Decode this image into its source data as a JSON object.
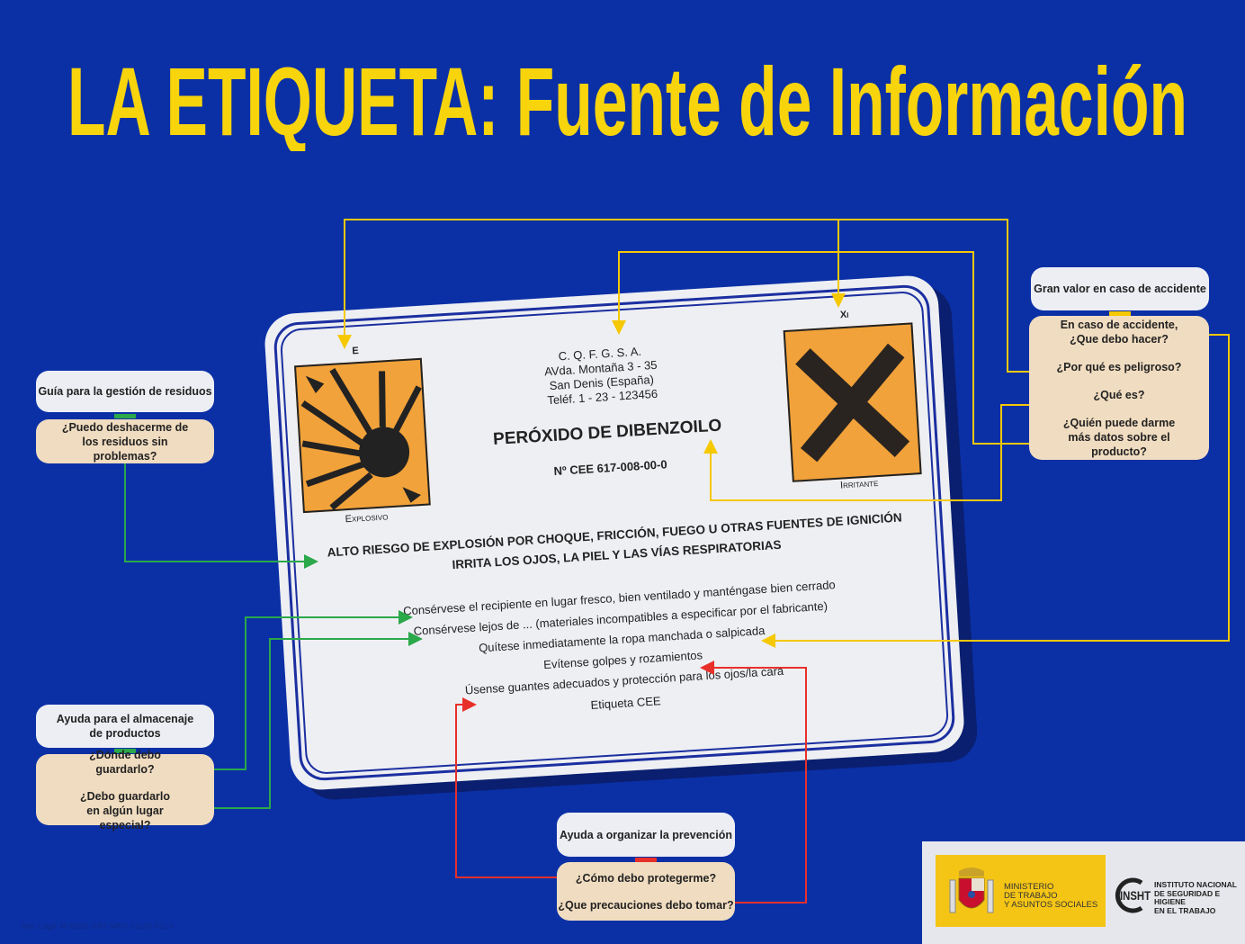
{
  "title": "LA ETIQUETA: Fuente de Información",
  "label": {
    "pictogram_left": {
      "code": "E",
      "name": "Explosivo",
      "icon": "explosive-icon"
    },
    "pictogram_right": {
      "code": "Xi",
      "name": "Irritante",
      "icon": "irritant-x-icon"
    },
    "address": [
      "C. Q. F. G. S. A.",
      "AVda. Montaña 3 - 35",
      "San Denis (España)",
      "Teléf. 1 - 23 - 123456"
    ],
    "product": "PERÓXIDO DE DIBENZOILO",
    "cee_number": "Nº CEE 617-008-00-0",
    "hazards": [
      "ALTO RIESGO DE EXPLOSIÓN POR CHOQUE, FRICCIÓN, FUEGO U OTRAS FUENTES DE IGNICIÓN",
      "IRRITA LOS OJOS, LA PIEL Y LAS VÍAS RESPIRATORIAS"
    ],
    "instructions": [
      "Consérvese el recipiente en lugar fresco, bien ventilado y manténgase bien cerrado",
      "Consérvese lejos de ... (materiales incompatibles a especificar por el fabricante)",
      "Quítese inmediatamente la ropa manchada o salpicada",
      "Evítense golpes y rozamientos",
      "Úsense guantes adecuados y protección para los ojos/la cara",
      "Etiqueta CEE"
    ]
  },
  "boxes": {
    "residuos": {
      "heading": "Guía para la gestión de residuos",
      "questions": [
        "¿Puedo deshacerme de los residuos sin problemas?"
      ],
      "color": "#2aa84a"
    },
    "almacenaje": {
      "heading": "Ayuda para el almacenaje de productos",
      "questions": [
        "¿Dónde debo guardarlo?",
        "¿Debo guardarlo en algún lugar especial?"
      ],
      "color": "#2aa84a"
    },
    "prevencion": {
      "heading": "Ayuda a organizar la prevención",
      "questions": [
        "¿Cómo debo protegerme?",
        "¿Que precauciones debo tomar?"
      ],
      "color": "#e8302a"
    },
    "accidente": {
      "heading": "Gran valor en caso de accidente",
      "questions": [
        "En caso de accidente, ¿Que debo hacer?",
        "¿Por qué es peligroso?",
        "¿Qué es?",
        "¿Quién puede darme más datos sobre el producto?"
      ],
      "color": "#f5c800"
    }
  },
  "footer": {
    "legal": "Dep. Legal: M-25552-2001   NIPO: 211-01-011-3",
    "ministerio": [
      "MINISTERIO",
      "DE TRABAJO",
      "Y ASUNTOS SOCIALES"
    ],
    "insht": [
      "INSTITUTO NACIONAL",
      "DE SEGURIDAD E HIGIENE",
      "EN EL TRABAJO"
    ],
    "insht_logo_text": "INSHT"
  },
  "colors": {
    "background": "#0b30a6",
    "title": "#f7d40c",
    "yellow_arrow": "#f5c800",
    "green_arrow": "#2aa84a",
    "red_arrow": "#e8302a"
  }
}
